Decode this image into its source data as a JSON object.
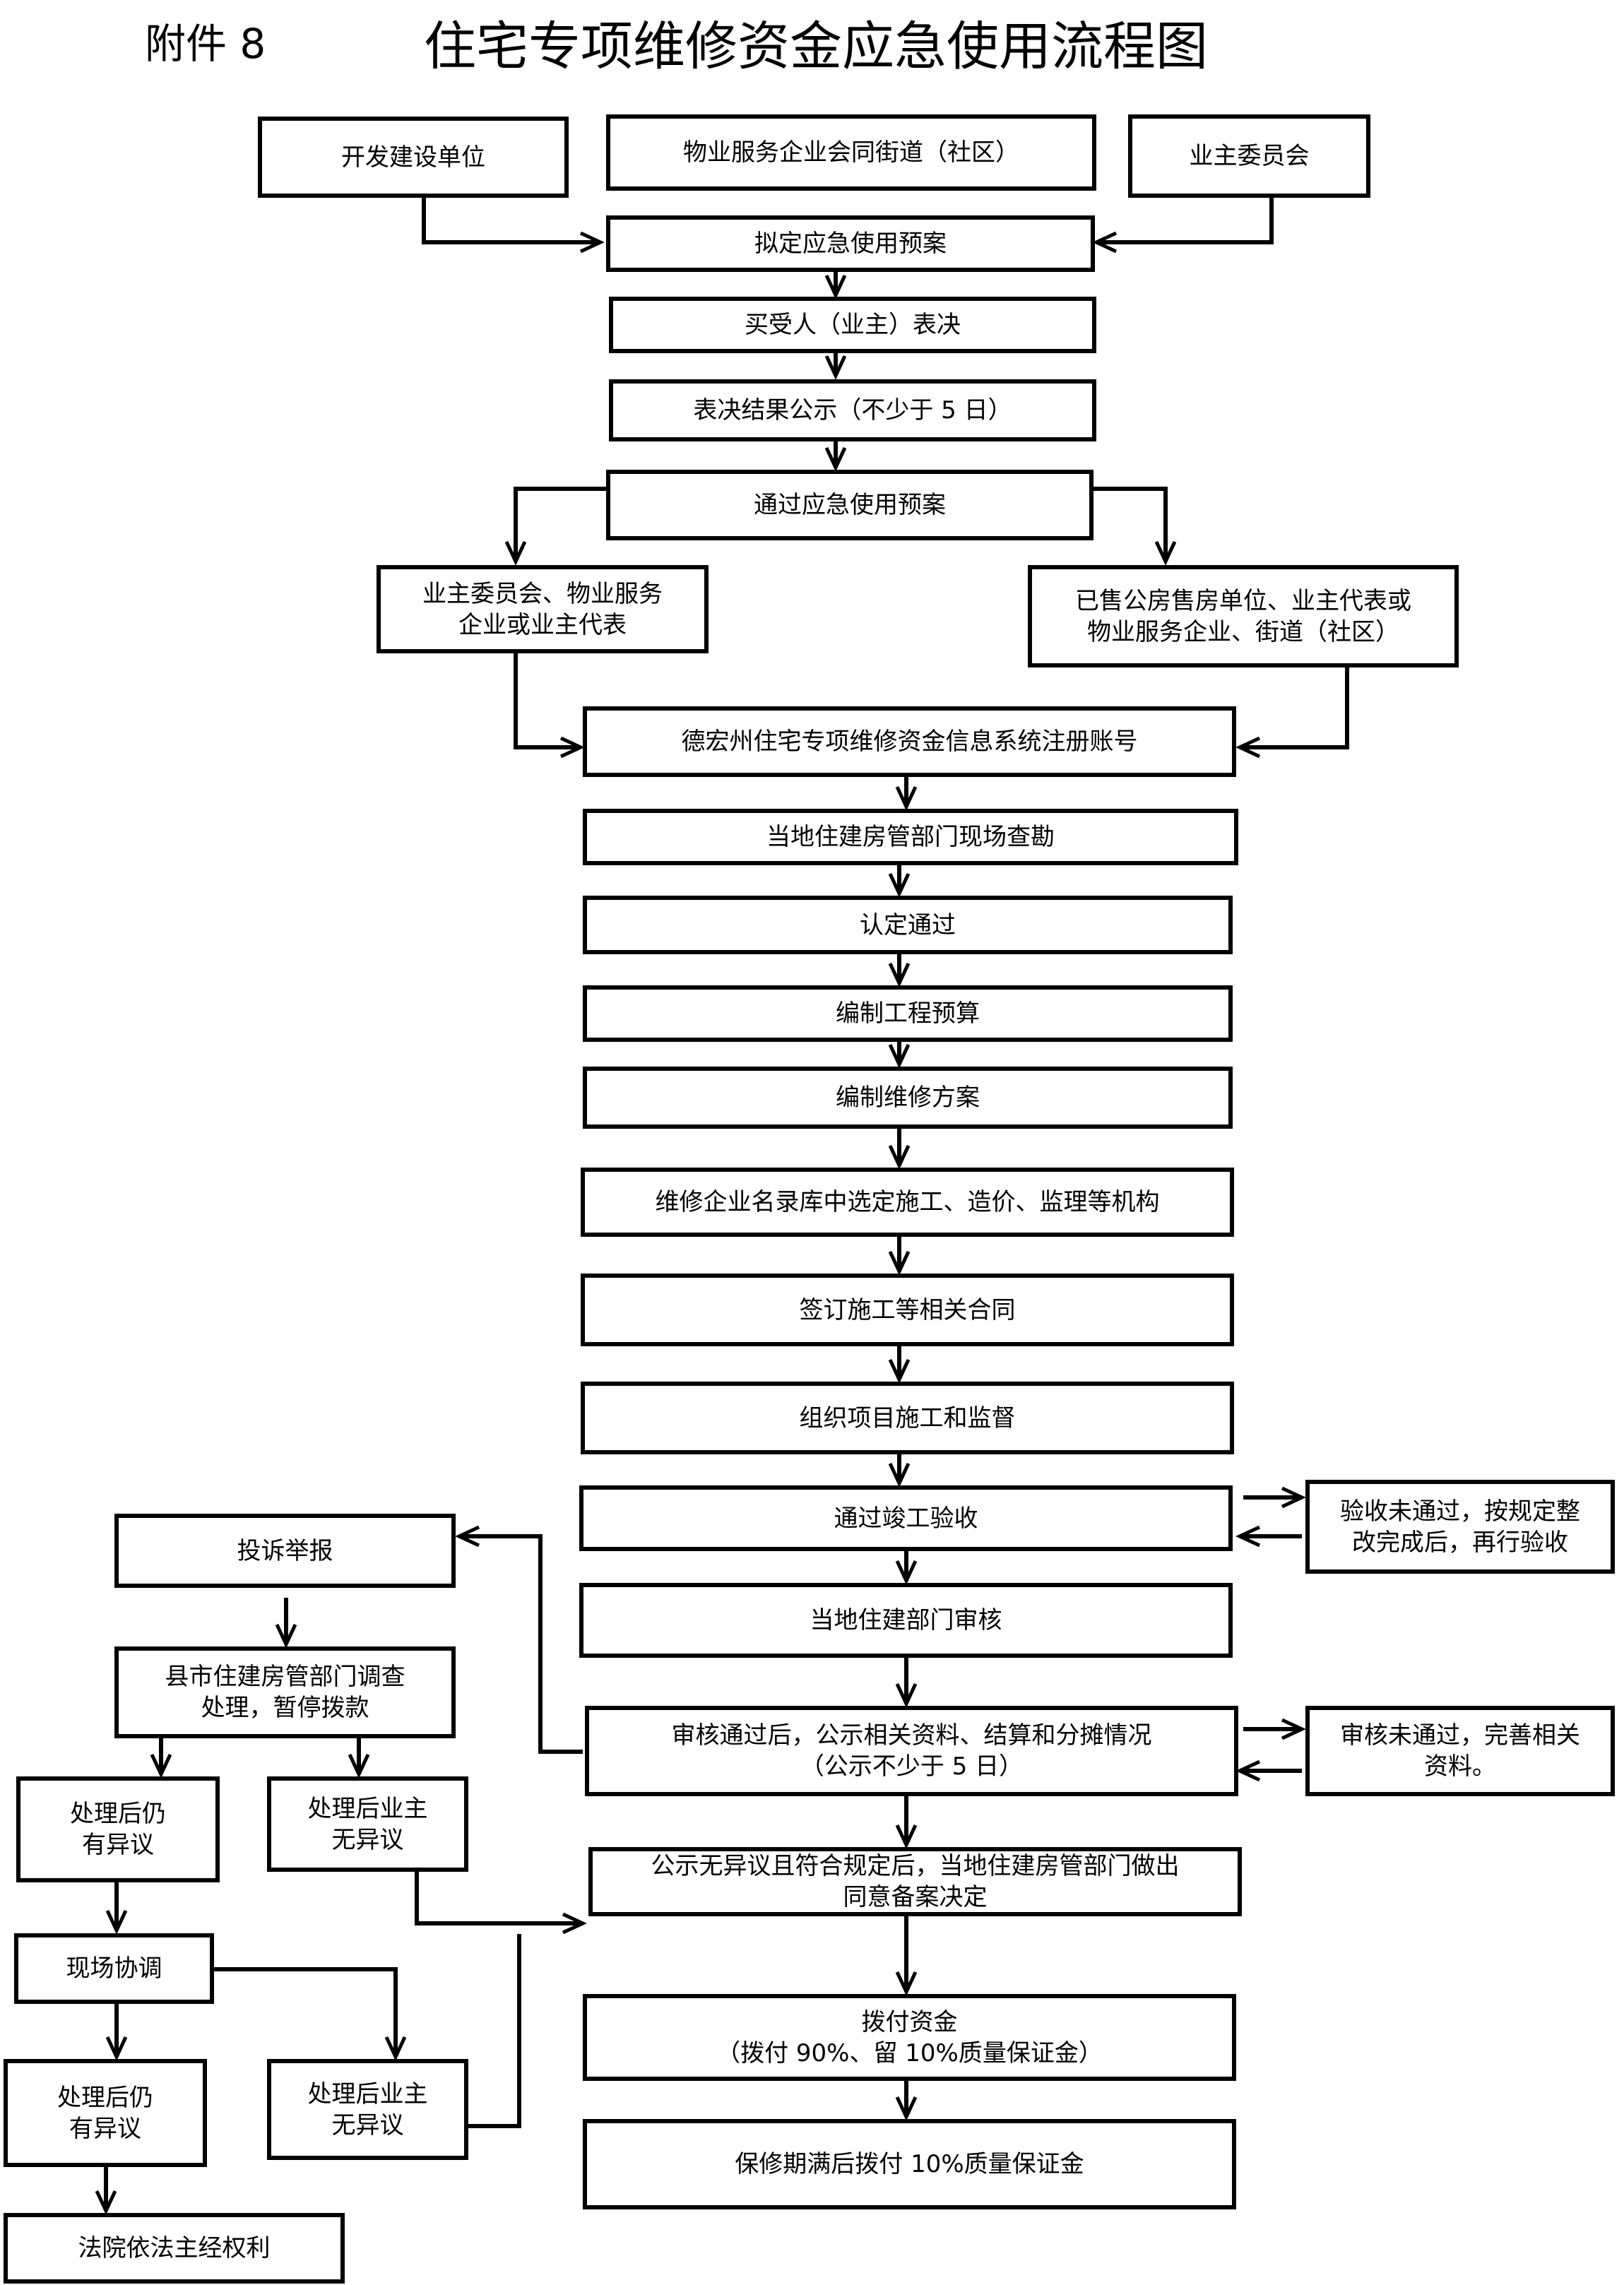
{
  "header": {
    "annex_label": "附件 8",
    "title": "住宅专项维修资金应急使用流程图"
  },
  "flow": {
    "developer": "开发建设单位",
    "property_company": "物业服务企业会同街道（社区）",
    "owners_committee": "业主委员会",
    "draft_plan": "拟定应急使用预案",
    "buyer_vote": "买受人（业主）表决",
    "vote_publicity": "表决结果公示（不少于 5 日）",
    "approve_plan": "通过应急使用预案",
    "left_branch": [
      "业主委员会、物业服务",
      "企业或业主代表"
    ],
    "right_branch": [
      "已售公房售房单位、业主代表或",
      "物业服务企业、街道（社区）"
    ],
    "register_account": "德宏州住宅专项维修资金信息系统注册账号",
    "site_inspection": "当地住建房管部门现场查勘",
    "confirmed": "认定通过",
    "budget": "编制工程预算",
    "repair_plan": "编制维修方案",
    "select_agencies": "维修企业名录库中选定施工、造价、监理等机构",
    "sign_contracts": "签订施工等相关合同",
    "organize_supervise": "组织项目施工和监督",
    "acceptance": "通过竣工验收",
    "acceptance_fail": [
      "验收未通过，按规定整",
      "改完成后，再行验收"
    ],
    "audit": "当地住建部门审核",
    "audit_publicity": [
      "审核通过后，公示相关资料、结算和分摊情况",
      "（公示不少于 5 日）"
    ],
    "audit_fail": [
      "审核未通过，完善相关",
      "资料。"
    ],
    "no_objection": [
      "公示无异议且符合规定后，当地住建房管部门做出",
      "同意备案决定"
    ],
    "disburse": [
      "拨付资金",
      "（拨付 90%、留 10%质量保证金）"
    ],
    "final_payment": "保修期满后拨付 10%质量保证金",
    "complaint": "投诉举报",
    "county_investigate": [
      "县市住建房管部门调查",
      "处理，暂停拨款"
    ],
    "still_objection_1": [
      "处理后仍",
      "有异议"
    ],
    "no_objection_owner_1": [
      "处理后业主",
      "无异议"
    ],
    "site_coordination": "现场协调",
    "still_objection_2": [
      "处理后仍",
      "有异议"
    ],
    "no_objection_owner_2": [
      "处理后业主",
      "无异议"
    ],
    "court": "法院依法主经权利"
  }
}
